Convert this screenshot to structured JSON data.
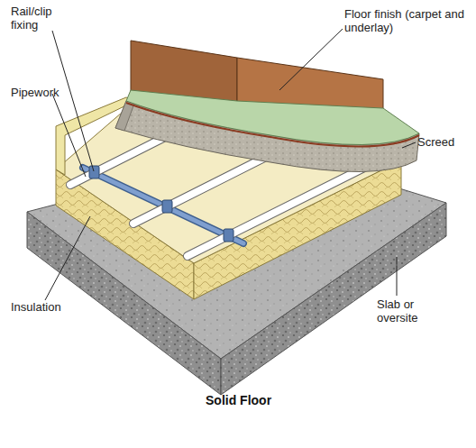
{
  "diagram": {
    "caption": "Solid Floor",
    "labels": [
      "Rail/clip fixing",
      "Pipework",
      "Insulation",
      "Floor finish (carpet and underlay)",
      "Screed",
      "Slab or oversite"
    ]
  }
}
